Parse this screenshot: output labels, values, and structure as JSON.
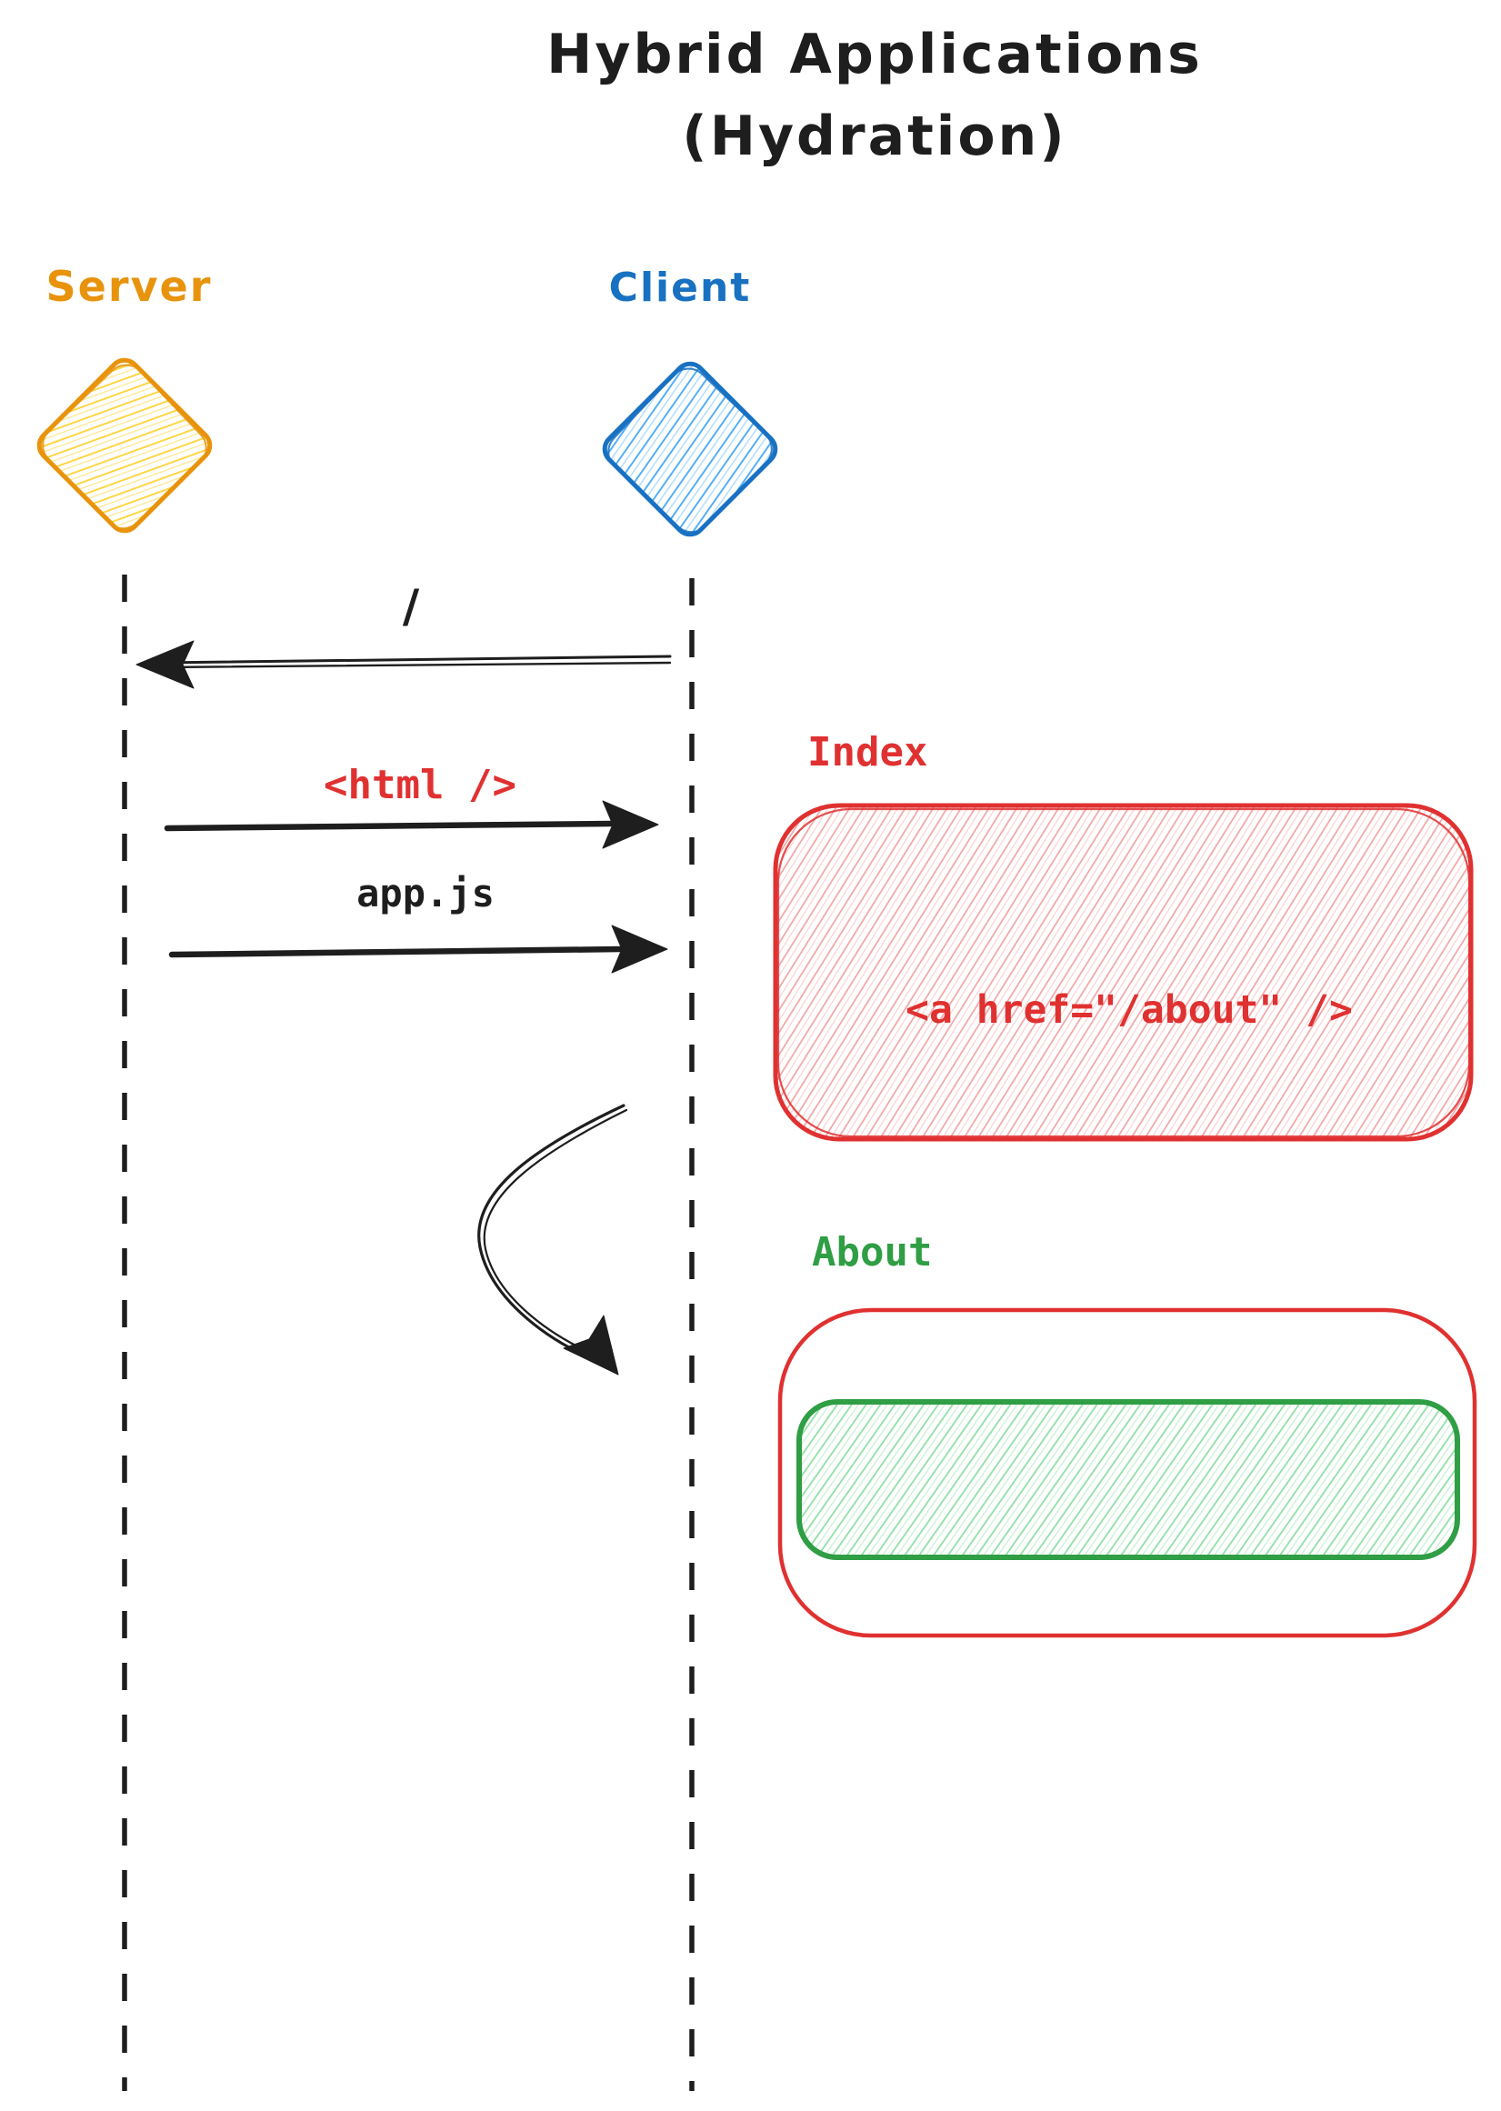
{
  "title": {
    "line1": "Hybrid Applications",
    "line2": "(Hydration)"
  },
  "actors": {
    "server": {
      "label": "Server"
    },
    "client": {
      "label": "Client"
    }
  },
  "messages": {
    "request_root": {
      "label": "/",
      "from": "client",
      "to": "server"
    },
    "response_html": {
      "label": "<html />",
      "from": "server",
      "to": "client"
    },
    "response_appjs": {
      "label": "app.js",
      "from": "server",
      "to": "client"
    }
  },
  "pages": {
    "index": {
      "label": "Index",
      "content": "<a href=\"/about\" />"
    },
    "about": {
      "label": "About"
    }
  },
  "colors": {
    "ink": "#1e1e1e",
    "server_stroke": "#e8930c",
    "server_fill": "#ffd43b",
    "server_fill_light": "#ffe58a",
    "client_stroke": "#1971c2",
    "client_fill": "#4dabf7",
    "client_fill_light": "#a5d8ff",
    "index_stroke": "#e03131",
    "index_fill": "#f1a3a3",
    "index_fill_light": "#f8cdcd",
    "about_stroke": "#2f9e44",
    "about_fill": "#8fdfa5",
    "about_fill_light": "#c4efce"
  }
}
